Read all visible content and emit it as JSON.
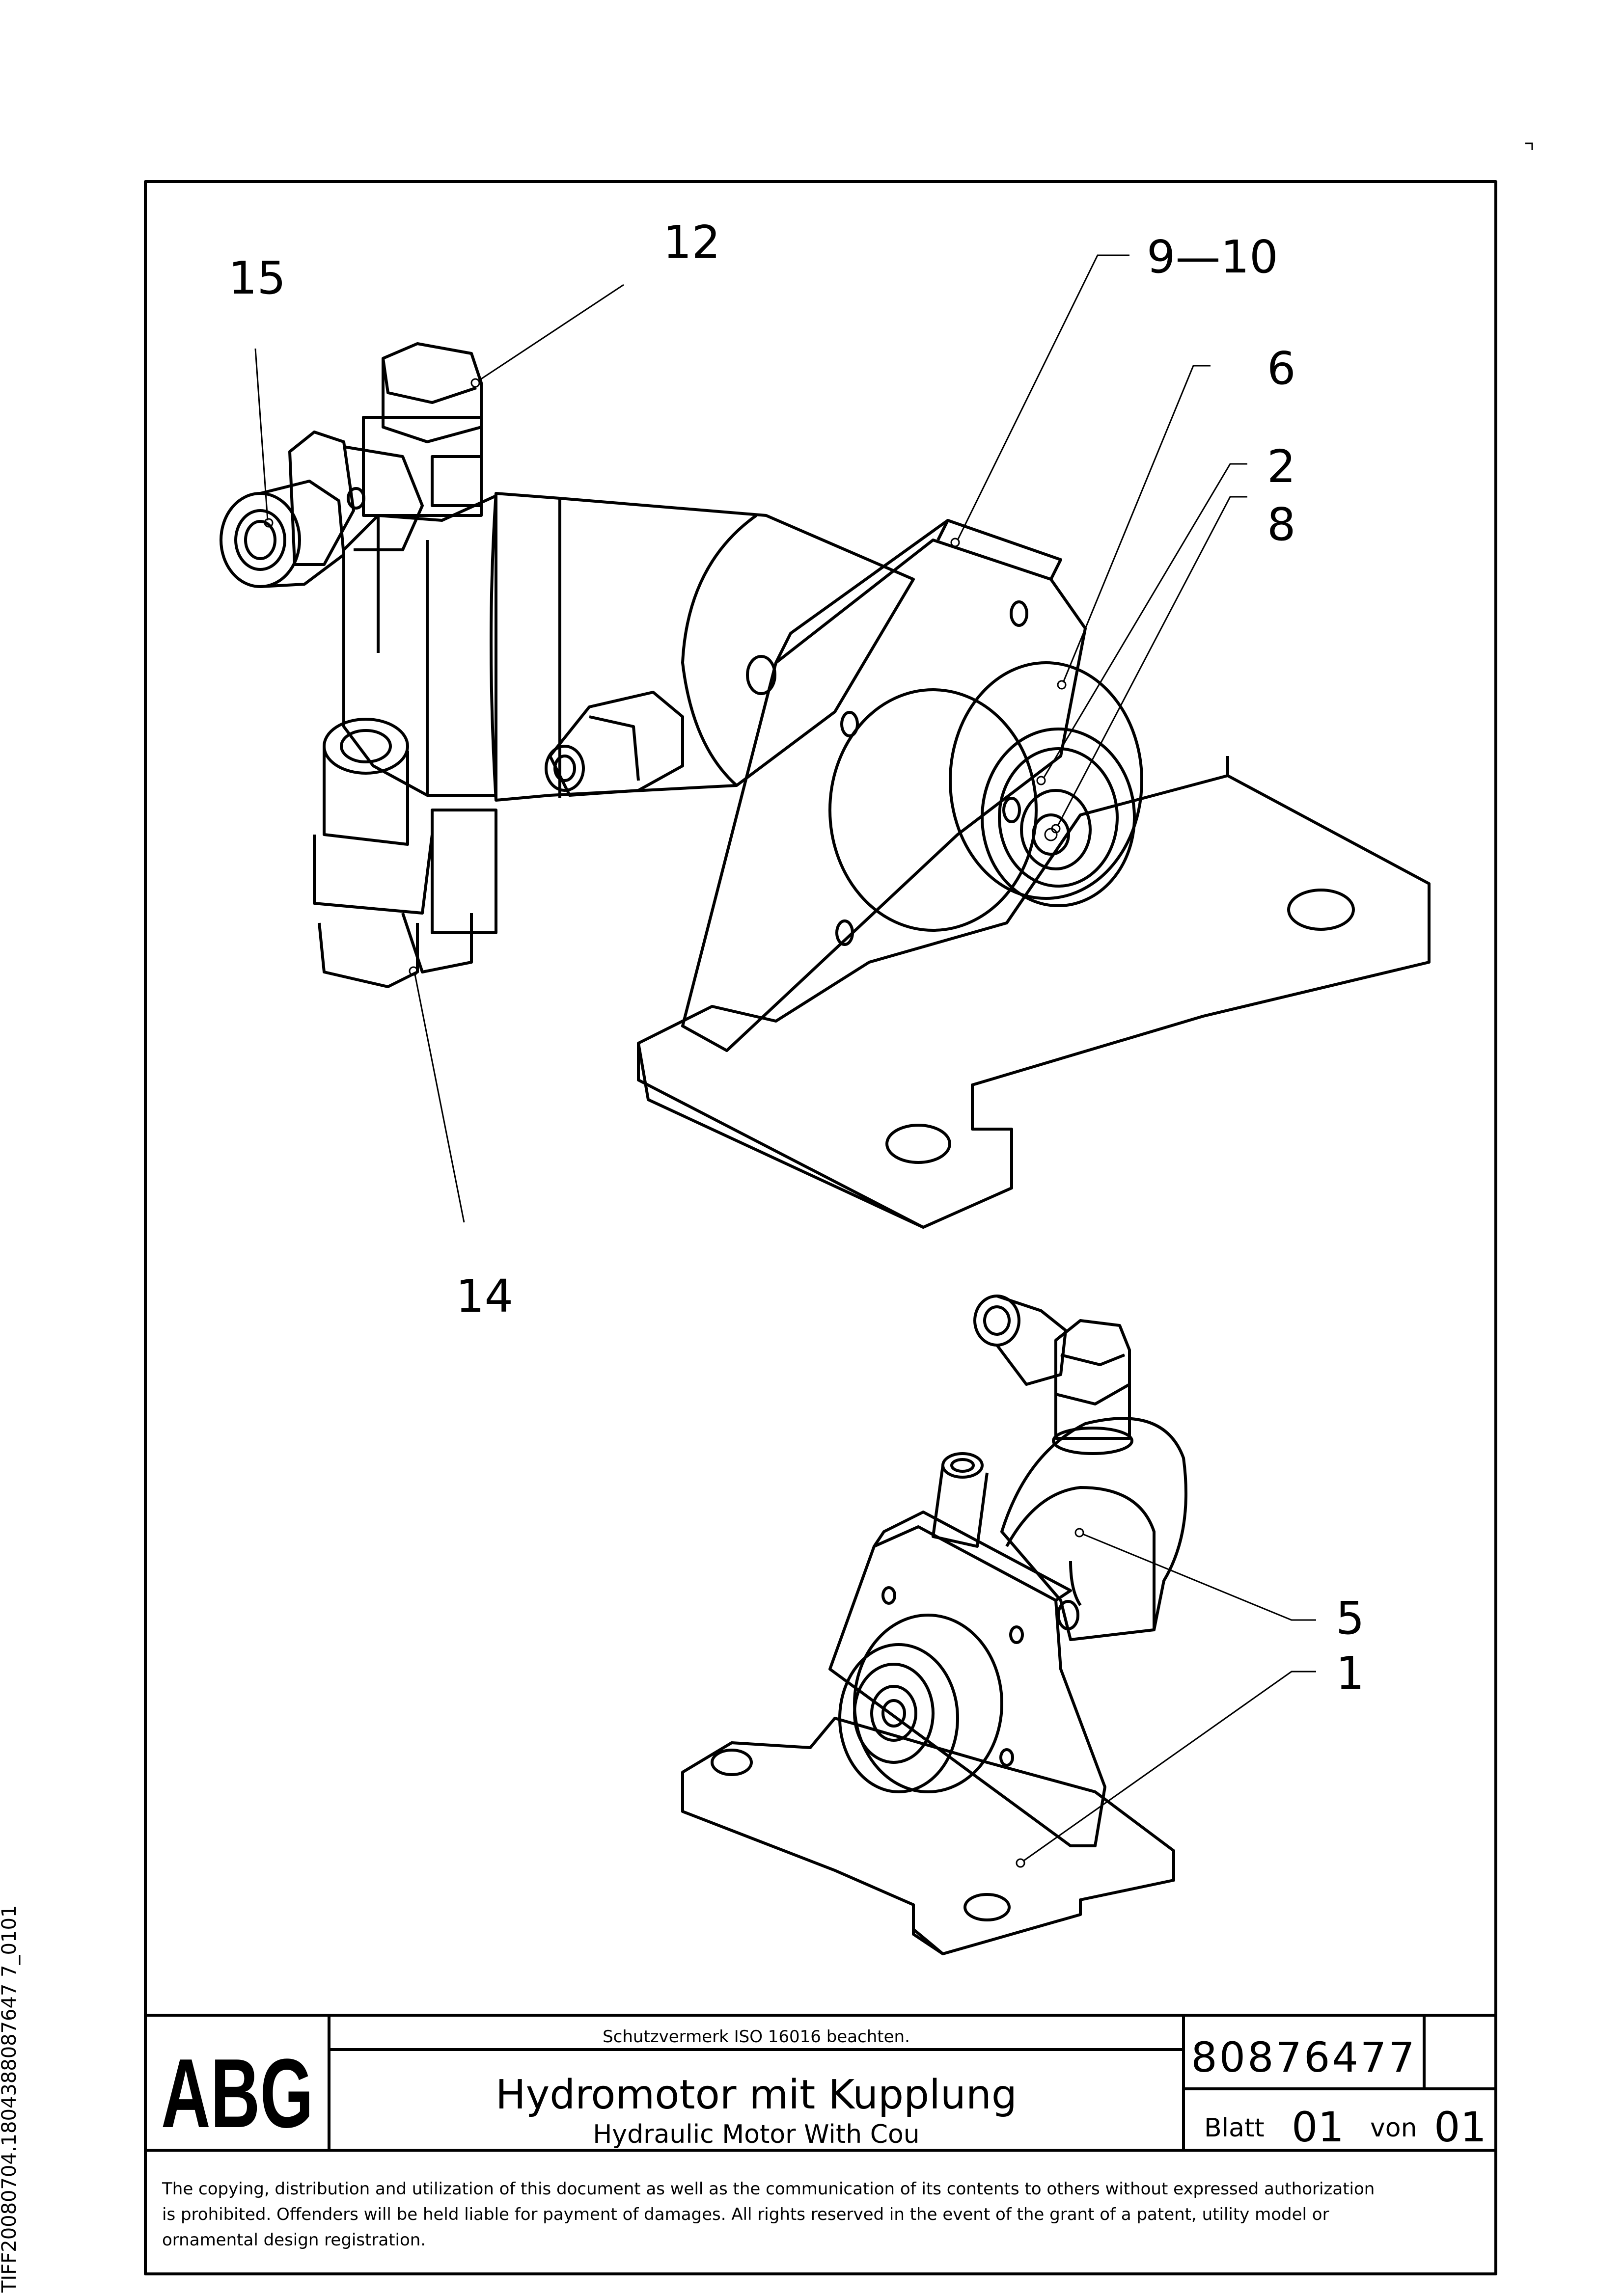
{
  "drawing": {
    "callouts": [
      "15",
      "12",
      "9—10",
      "6",
      "2",
      "8",
      "14",
      "5",
      "1"
    ]
  },
  "title_block": {
    "logo": "ABG",
    "protection_note": "Schutzvermerk ISO 16016 beachten.",
    "title_de": "Hydromotor mit Kupplung",
    "title_en": "Hydraulic Motor With Cou",
    "document_number": "80876477",
    "sheet_label": "Blatt",
    "sheet_number": "01",
    "of_label": "von",
    "sheet_total": "01"
  },
  "legal_notice": {
    "line1": "The copying, distribution and utilization of this document as well as the communication of its contents to others without expressed authorization",
    "line2": "is prohibited. Offenders will be held liable for payment of damages. All rights reserved in the event of the grant of a patent, utility model or",
    "line3": "ornamental design registration."
  },
  "side_tag": "TIFF20080704.1804388087647 7_0101"
}
